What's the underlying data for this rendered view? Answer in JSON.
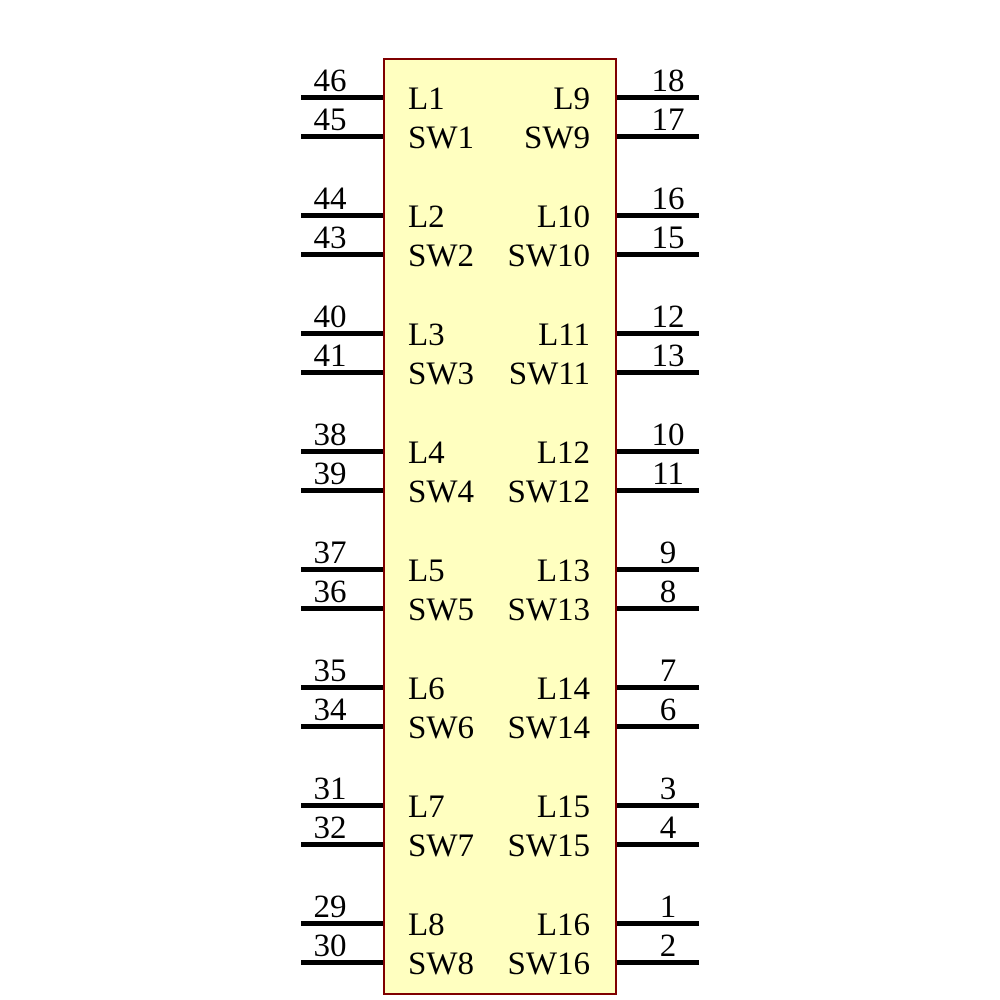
{
  "component": {
    "kind": "schematic-symbol",
    "body_fill": "#FFFFC0",
    "body_border_color": "#7F0000",
    "pin_line_color": "#000000",
    "text_color": "#000000",
    "rows": [
      {
        "left": {
          "pin_numbers": [
            "46",
            "45"
          ],
          "pin_labels": [
            "L1",
            "SW1"
          ]
        },
        "right": {
          "pin_numbers": [
            "18",
            "17"
          ],
          "pin_labels": [
            "L9",
            "SW9"
          ]
        }
      },
      {
        "left": {
          "pin_numbers": [
            "44",
            "43"
          ],
          "pin_labels": [
            "L2",
            "SW2"
          ]
        },
        "right": {
          "pin_numbers": [
            "16",
            "15"
          ],
          "pin_labels": [
            "L10",
            "SW10"
          ]
        }
      },
      {
        "left": {
          "pin_numbers": [
            "40",
            "41"
          ],
          "pin_labels": [
            "L3",
            "SW3"
          ]
        },
        "right": {
          "pin_numbers": [
            "12",
            "13"
          ],
          "pin_labels": [
            "L11",
            "SW11"
          ]
        }
      },
      {
        "left": {
          "pin_numbers": [
            "38",
            "39"
          ],
          "pin_labels": [
            "L4",
            "SW4"
          ]
        },
        "right": {
          "pin_numbers": [
            "10",
            "11"
          ],
          "pin_labels": [
            "L12",
            "SW12"
          ]
        }
      },
      {
        "left": {
          "pin_numbers": [
            "37",
            "36"
          ],
          "pin_labels": [
            "L5",
            "SW5"
          ]
        },
        "right": {
          "pin_numbers": [
            "9",
            "8"
          ],
          "pin_labels": [
            "L13",
            "SW13"
          ]
        }
      },
      {
        "left": {
          "pin_numbers": [
            "35",
            "34"
          ],
          "pin_labels": [
            "L6",
            "SW6"
          ]
        },
        "right": {
          "pin_numbers": [
            "7",
            "6"
          ],
          "pin_labels": [
            "L14",
            "SW14"
          ]
        }
      },
      {
        "left": {
          "pin_numbers": [
            "31",
            "32"
          ],
          "pin_labels": [
            "L7",
            "SW7"
          ]
        },
        "right": {
          "pin_numbers": [
            "3",
            "4"
          ],
          "pin_labels": [
            "L15",
            "SW15"
          ]
        }
      },
      {
        "left": {
          "pin_numbers": [
            "29",
            "30"
          ],
          "pin_labels": [
            "L8",
            "SW8"
          ]
        },
        "right": {
          "pin_numbers": [
            "1",
            "2"
          ],
          "pin_labels": [
            "L16",
            "SW16"
          ]
        }
      }
    ]
  }
}
